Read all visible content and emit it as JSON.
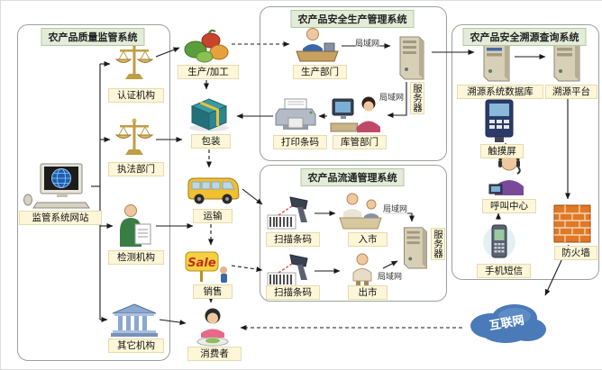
{
  "groups": {
    "supervision": "农产品质量监管系统",
    "production": "农产品安全生产管理系统",
    "circulation": "农产品流通管理系统",
    "traceability": "农产品安全溯源查询系统"
  },
  "nodes": {
    "website": "监管系统网站",
    "cert": "认证机构",
    "law": "执法部门",
    "test": "检测机构",
    "other": "其它机构",
    "produce": "生产/加工",
    "package": "包装",
    "transport": "运输",
    "sale": "销售",
    "consumer": "消费者",
    "prod_dept": "生产部门",
    "server1": "服务器",
    "print": "打印条码",
    "warehouse": "库管部门",
    "scan1": "扫描条码",
    "enter": "入市",
    "scan2": "扫描条码",
    "exit": "出市",
    "server2": "服务器",
    "trace_db": "溯源系统数据库",
    "trace_platform": "溯源平台",
    "touch": "触摸屏",
    "call": "呼叫中心",
    "sms": "手机短信",
    "firewall": "防火墙",
    "internet": "互联网"
  },
  "edge_labels": {
    "lan1": "局域网",
    "lan2": "局域网",
    "lan3": "局域网",
    "lan4": "局域网"
  },
  "icon_text": {
    "sale_sign": "Sale"
  },
  "colors": {
    "node_label_bg": "#fdf6d8",
    "group_title_bg": "#e3ecd8",
    "cloud_blue": "#4a7ab8",
    "firewall_orange": "#e07828",
    "bus_yellow": "#f0c030"
  }
}
